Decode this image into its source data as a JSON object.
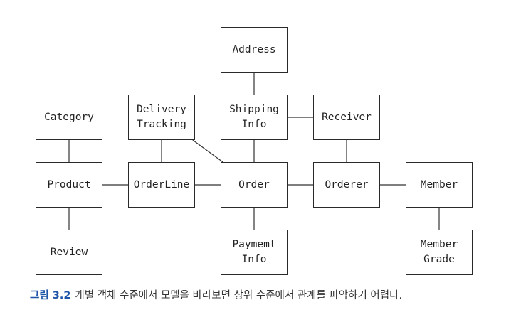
{
  "nodes": {
    "address": "Address",
    "category": "Category",
    "delivery_tracking": "Delivery\nTracking",
    "shipping_info": "Shipping\nInfo",
    "receiver": "Receiver",
    "product": "Product",
    "orderline": "OrderLine",
    "order": "Order",
    "orderer": "Orderer",
    "member": "Member",
    "review": "Review",
    "payment_info": "Paymemt\nInfo",
    "member_grade": "Member\nGrade"
  },
  "edges": [
    [
      "address",
      "shipping_info"
    ],
    [
      "shipping_info",
      "receiver"
    ],
    [
      "shipping_info",
      "order"
    ],
    [
      "receiver",
      "orderer"
    ],
    [
      "category",
      "product"
    ],
    [
      "delivery_tracking",
      "orderline"
    ],
    [
      "delivery_tracking",
      "order"
    ],
    [
      "product",
      "orderline"
    ],
    [
      "orderline",
      "order"
    ],
    [
      "order",
      "orderer"
    ],
    [
      "orderer",
      "member"
    ],
    [
      "product",
      "review"
    ],
    [
      "order",
      "payment_info"
    ],
    [
      "member",
      "member_grade"
    ]
  ],
  "caption": {
    "figure_label": "그림 3.2",
    "text": "개별 객체 수준에서 모델을 바라보면 상위 수준에서 관계를 파악하기 어렵다."
  }
}
